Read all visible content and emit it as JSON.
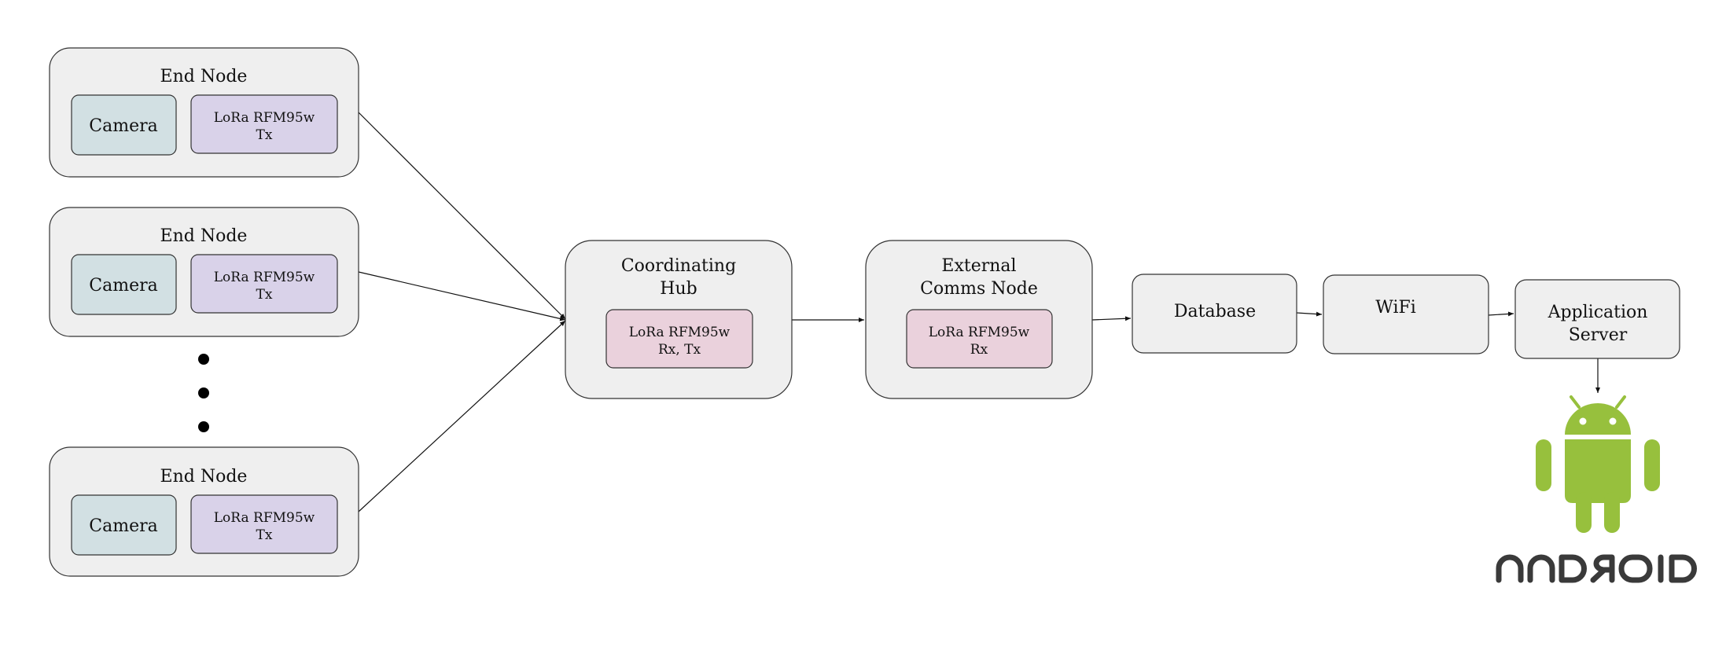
{
  "end_nodes": [
    {
      "title": "End Node",
      "camera": "Camera",
      "radio_line1": "LoRa RFM95w",
      "radio_line2": "Tx"
    },
    {
      "title": "End Node",
      "camera": "Camera",
      "radio_line1": "LoRa RFM95w",
      "radio_line2": "Tx"
    },
    {
      "title": "End Node",
      "camera": "Camera",
      "radio_line1": "LoRa RFM95w",
      "radio_line2": "Tx"
    }
  ],
  "hub": {
    "title_line1": "Coordinating",
    "title_line2": "Hub",
    "radio_line1": "LoRa RFM95w",
    "radio_line2": "Rx, Tx"
  },
  "comms_node": {
    "title_line1": "External",
    "title_line2": "Comms Node",
    "radio_line1": "LoRa RFM95w",
    "radio_line2": "Rx"
  },
  "database": {
    "label": "Database"
  },
  "wifi": {
    "label": "WiFi"
  },
  "app_server": {
    "label_line1": "Application",
    "label_line2": "Server"
  },
  "android": {
    "wordmark": "ANDROID",
    "icon": "android-robot-icon"
  },
  "colors": {
    "outer_fill": "#efefef",
    "camera_fill": "#d2e0e3",
    "lora_tx_fill": "#d9d2e9",
    "lora_rx_fill": "#ead1dc",
    "android_green": "#97c03d",
    "wordmark_gray": "#3a3a3a"
  }
}
